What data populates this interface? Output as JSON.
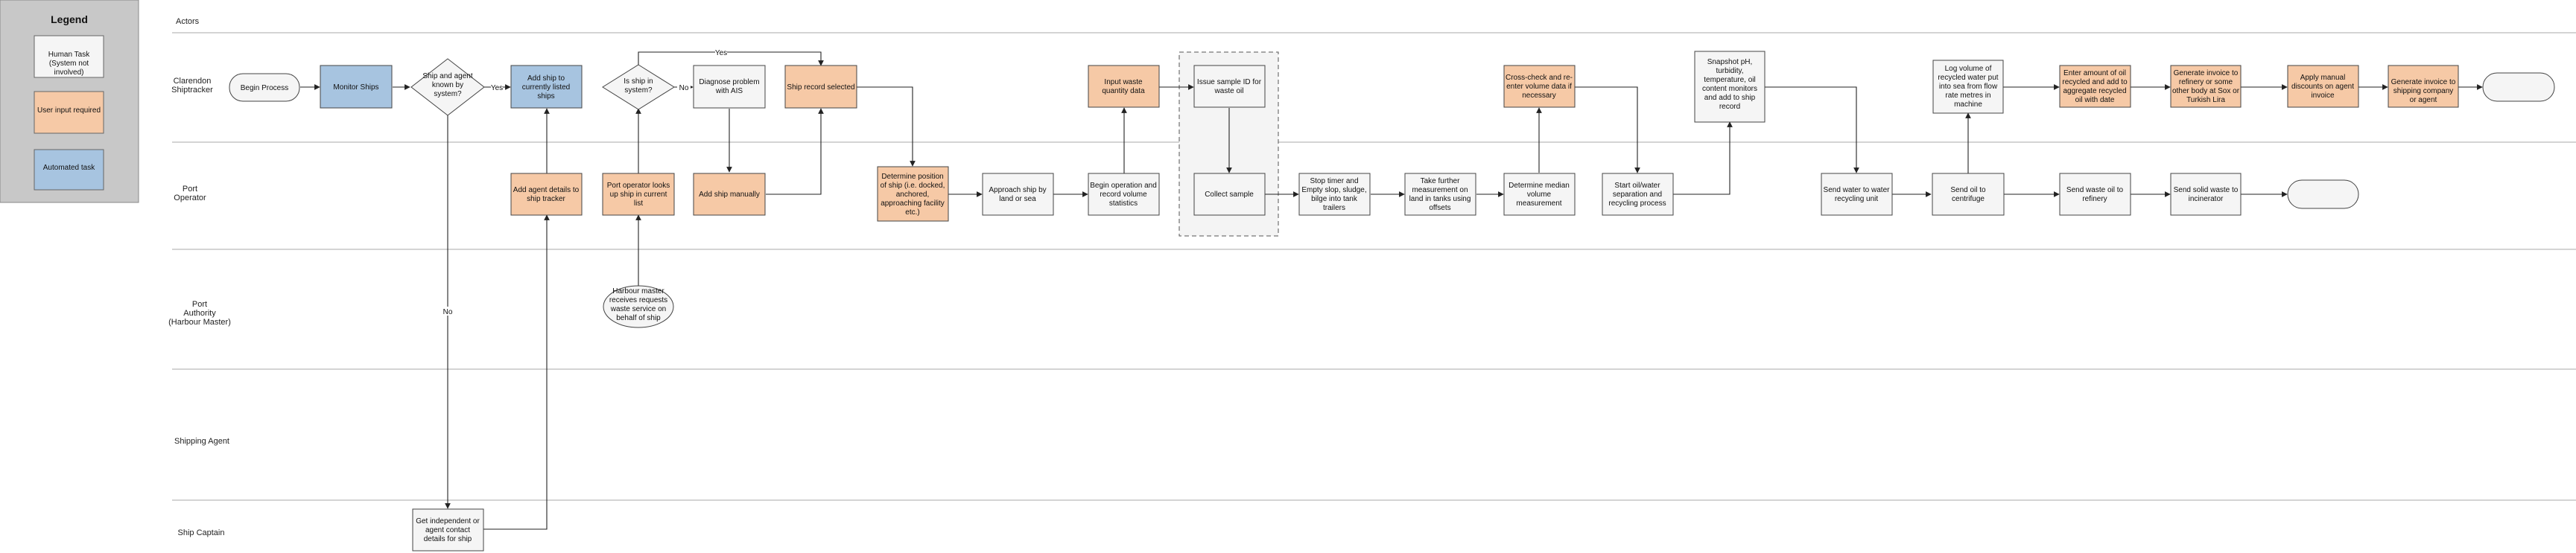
{
  "header": {
    "actors_label": "Actors"
  },
  "legend": {
    "title": "Legend",
    "items": [
      {
        "label": "Human Task\n(System not\ninvolved)",
        "color": "#f5f5f5"
      },
      {
        "label": "User input required",
        "color": "#f6c9a6"
      },
      {
        "label": "Automated task",
        "color": "#a7c4e0"
      }
    ]
  },
  "lanes": [
    {
      "label": "Clarendon\nShiptracker"
    },
    {
      "label": "Port\nOperator"
    },
    {
      "label": "Port\nAuthority\n(Harbour Master)"
    },
    {
      "label": "Shipping Agent"
    },
    {
      "label": "Ship Captain"
    }
  ],
  "nodes": {
    "begin": "Begin Process",
    "monitor": "Monitor Ships",
    "known": "Ship and agent\nknown by\nsystem?",
    "addlisted": "Add ship to\ncurrently listed\nships",
    "inport": "Is ship in\nsystem?",
    "diagnose": "Diagnose problem\nwith AIS",
    "selected": "Ship record selected",
    "agentdetails": "Add agent details to\nship tracker",
    "looksup": "Port operator looks\nup ship in current\nlist",
    "addmanual": "Add ship manually",
    "harbour": "Harbour master\nreceives requests\nwaste service on\nbehalf of ship",
    "getagent": "Get independent or\nagent contact\ndetails for ship",
    "position": "Determine position\nof ship (i.e. docked,\nanchored,\napproaching facility\netc.)",
    "approach": "Approach ship by\nland or sea",
    "beginop": "Begin operation and\nrecord volume\nstatistics",
    "inputwaste": "Input waste\nquantity data",
    "issuesample": "Issue sample ID for\nwaste oil",
    "collect": "Collect sample",
    "stoptimer": "Stop timer and\nEmpty slop, sludge,\nbilge into tank\ntrailers",
    "further": "Take further\nmeasurement on\nland in tanks using\noffsets",
    "median": "Determine median\nvolume\nmeasurement",
    "crosscheck": "Cross-check and re-\nenter volume data if\nnecessary",
    "startsep": "Start oil/water\nseparation and\nrecycling process",
    "snapshot": "Snapshot pH,\nturbidity,\ntemperature, oil\ncontent monitors\nand add to ship\nrecord",
    "sendwater": "Send water to water\nrecycling unit",
    "centrifuge": "Send oil to\ncentrifuge",
    "logvolume": "Log volume of\nrecycled water put\ninto sea from flow\nrate metres in\nmachine",
    "enteroil": "Enter amount of oil\nrecycled and add to\naggregate recycled\noil with date",
    "geninvoice": "Generate invoice to\nrefinery or some\nother body at Sox or\nTurkish Lira",
    "discounts": "Apply manual\ndiscounts on agent\ninvoice",
    "invoiceship": "Generate invoice to\nshipping company\nor agent",
    "wasteoil": "Send waste oil to\nrefinery",
    "solidwaste": "Send solid waste to\nincinerator"
  },
  "edge_labels": {
    "yes": "Yes",
    "no": "No"
  }
}
